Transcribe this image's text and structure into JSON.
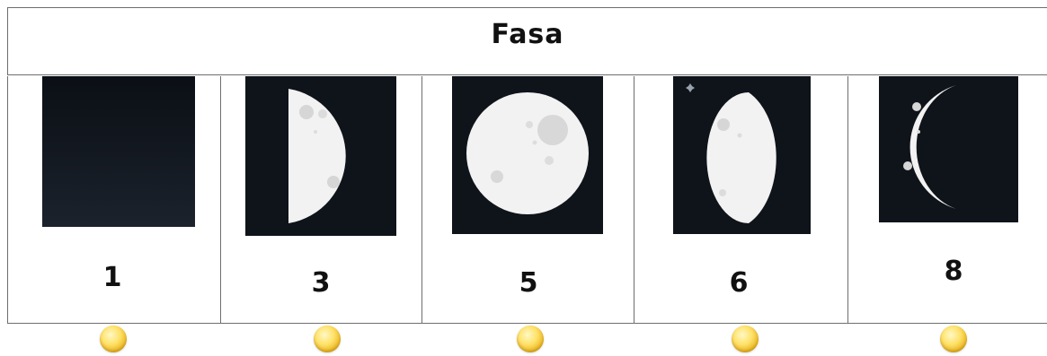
{
  "header": {
    "title": "Fasa"
  },
  "phases": [
    {
      "number": "1",
      "phase_icon": "new-moon-icon"
    },
    {
      "number": "3",
      "phase_icon": "first-quarter-moon-icon"
    },
    {
      "number": "5",
      "phase_icon": "full-moon-icon"
    },
    {
      "number": "6",
      "phase_icon": "waning-gibbous-moon-icon"
    },
    {
      "number": "8",
      "phase_icon": "waning-crescent-moon-icon"
    }
  ],
  "colors": {
    "sky": "#0f141b",
    "moon": "#f2f2f2",
    "crater": "#d6d6d6",
    "coin": "#f5cf3c",
    "border": "#6e6e6e"
  }
}
